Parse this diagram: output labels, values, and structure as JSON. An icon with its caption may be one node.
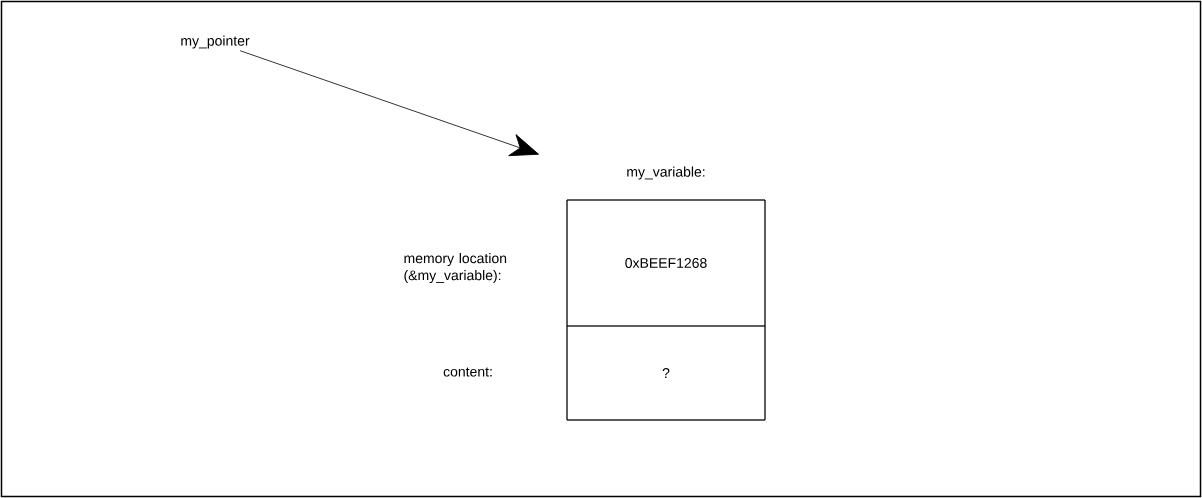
{
  "diagram": {
    "nodes": [
      {
        "text": [
          "my_pointer"
        ]
      },
      {
        "text": [
          "my_variable:"
        ]
      },
      {
        "text": [
          "0xBEEF1268"
        ],
        "in": 1
      },
      {
        "text": [
          "?"
        ],
        "in": 1
      }
    ],
    "edges": [
      {
        "from": 0,
        "to": 1,
        "arrow": "to"
      }
    ],
    "labels": [
      "memory location (&my_variable):",
      "content:"
    ]
  }
}
